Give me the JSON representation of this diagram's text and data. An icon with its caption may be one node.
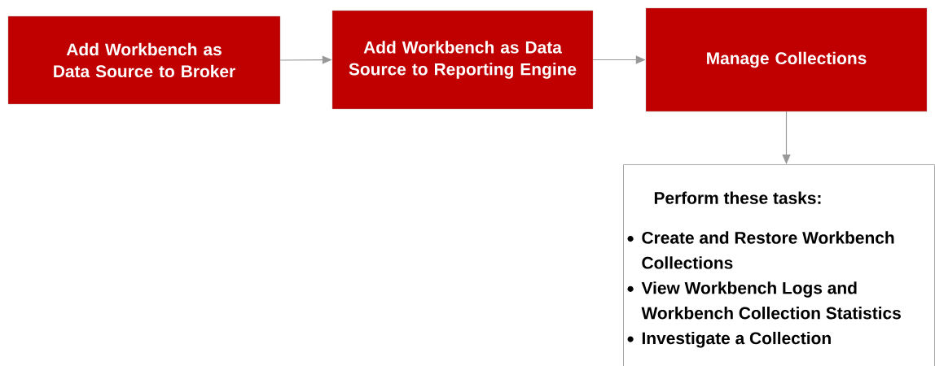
{
  "diagram": {
    "nodes": [
      {
        "text": [
          "Add Workbench as Data Source to Broker"
        ]
      },
      {
        "text": [
          "Add Workbench as Data Source to Reporting Engine"
        ]
      },
      {
        "text": [
          "Manage Collections"
        ]
      },
      {
        "text": [
          "Perform these tasks:",
          "Create and Restore Workbench Collections",
          "View Workbench Logs and Workbench Collection Statistics",
          "Investigate a Collection"
        ]
      }
    ],
    "edges": [
      {
        "from": 0,
        "to": 1,
        "arrow": "to"
      },
      {
        "from": 1,
        "to": 2,
        "arrow": "to"
      },
      {
        "from": 2,
        "to": 3,
        "arrow": "to"
      }
    ]
  }
}
